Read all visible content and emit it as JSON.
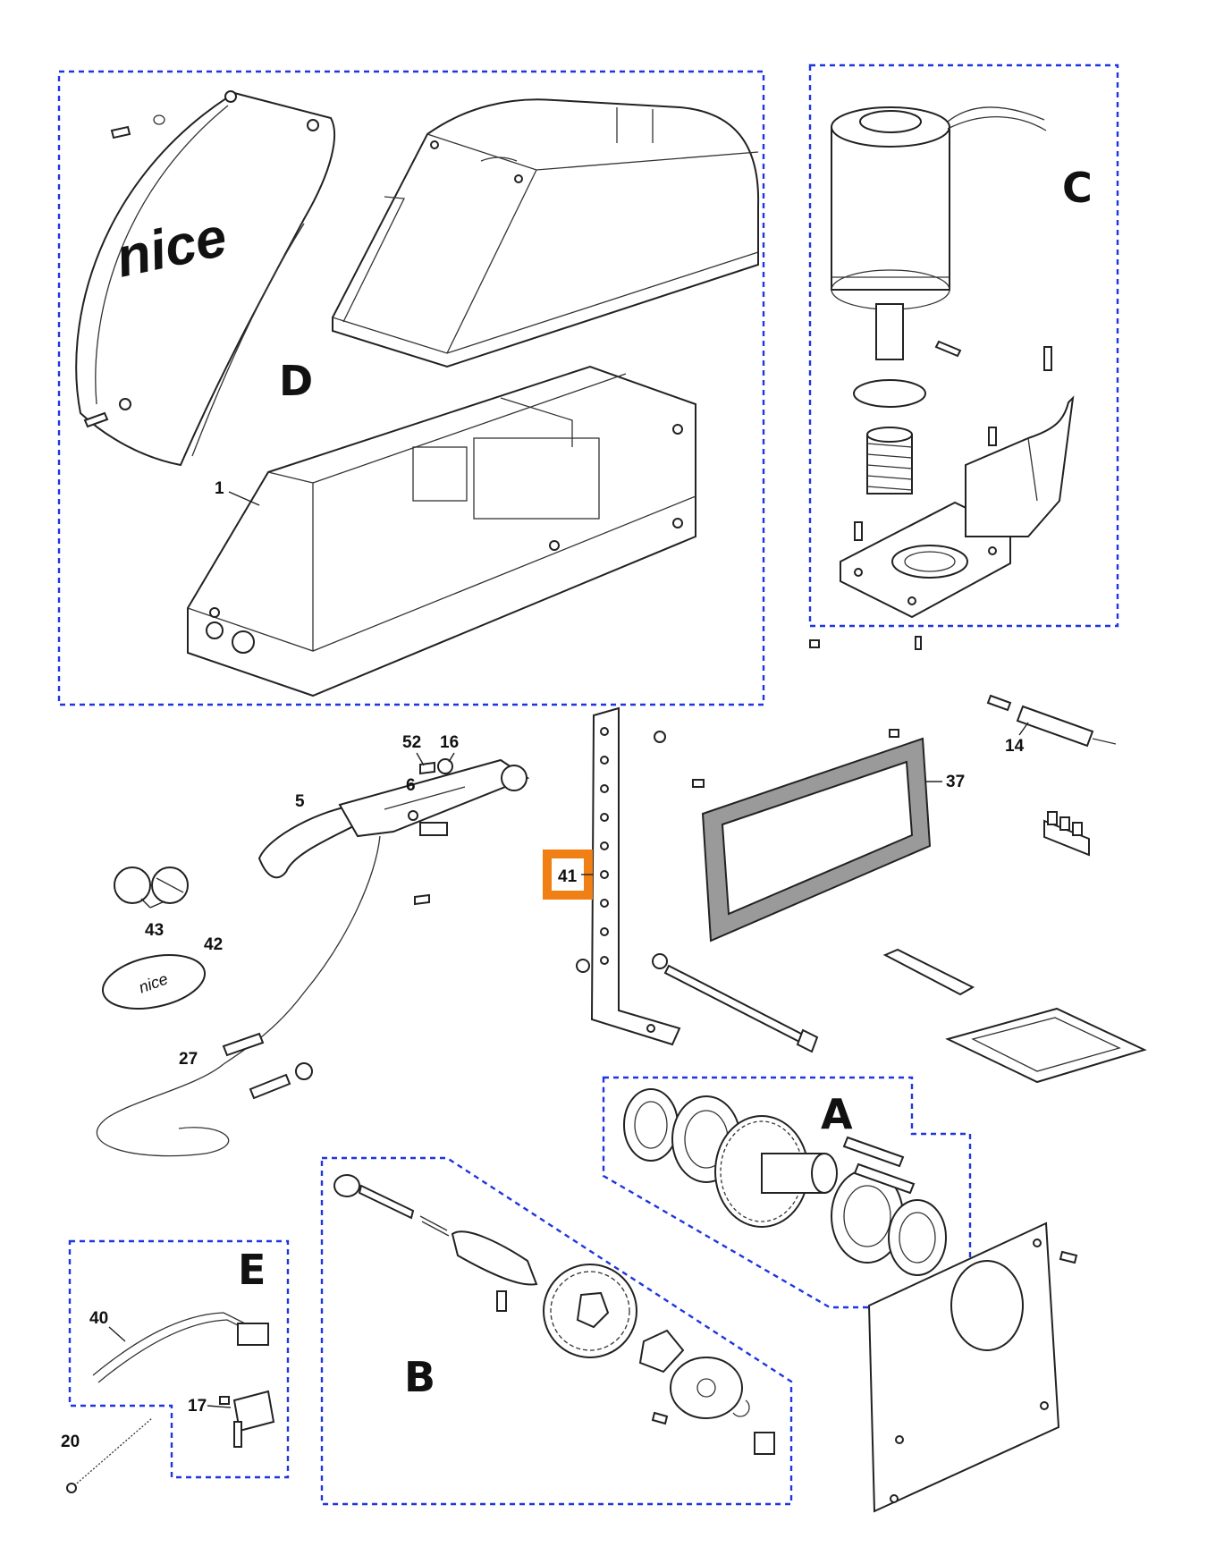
{
  "diagram": {
    "brand_logo_text": "nice",
    "colors": {
      "group_border": "#1f35e0",
      "highlight_box": "#f07f14",
      "line": "#222222"
    },
    "groups": [
      {
        "letter": "D"
      },
      {
        "letter": "C"
      },
      {
        "letter": "A"
      },
      {
        "letter": "B"
      },
      {
        "letter": "E"
      }
    ],
    "parts": [
      {
        "number": "1"
      },
      {
        "number": "52"
      },
      {
        "number": "16"
      },
      {
        "number": "6"
      },
      {
        "number": "5"
      },
      {
        "number": "43"
      },
      {
        "number": "42"
      },
      {
        "number": "27"
      },
      {
        "number": "14"
      },
      {
        "number": "37"
      },
      {
        "number": "40"
      },
      {
        "number": "17"
      },
      {
        "number": "20"
      }
    ],
    "highlighted_part": {
      "number": "41"
    }
  }
}
